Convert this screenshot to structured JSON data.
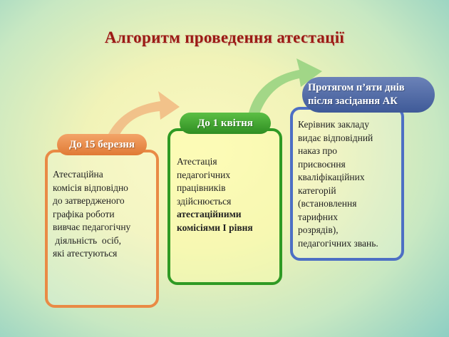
{
  "title": "Алгоритм проведення атестації",
  "steps": [
    {
      "label": "До 15 березня",
      "text": [
        "Атестаційна",
        "комісія відповідно",
        "до  затвердженого",
        "графіка роботи",
        "вивчає  педагогічну",
        " діяльність  осіб,",
        "які атестуються"
      ],
      "color": "#e98a45"
    },
    {
      "label": "До 1 квітня",
      "text": [
        "Атестація",
        "педагогічних",
        "працівників",
        "здійснюється"
      ],
      "text_bold": [
        "атестаційними",
        "комісіями І рівня"
      ],
      "color": "#2f9a24"
    },
    {
      "label": "Протягом п’яти днів після засідання АК",
      "text": [
        "Керівник  закладу",
        "видає  відповідний",
        "наказ про",
        "присвоєння",
        "кваліфікаційних",
        "категорій",
        "(встановлення",
        "тарифних",
        "розрядів),",
        "педагогічних звань."
      ],
      "color": "#4d6fc4"
    }
  ]
}
